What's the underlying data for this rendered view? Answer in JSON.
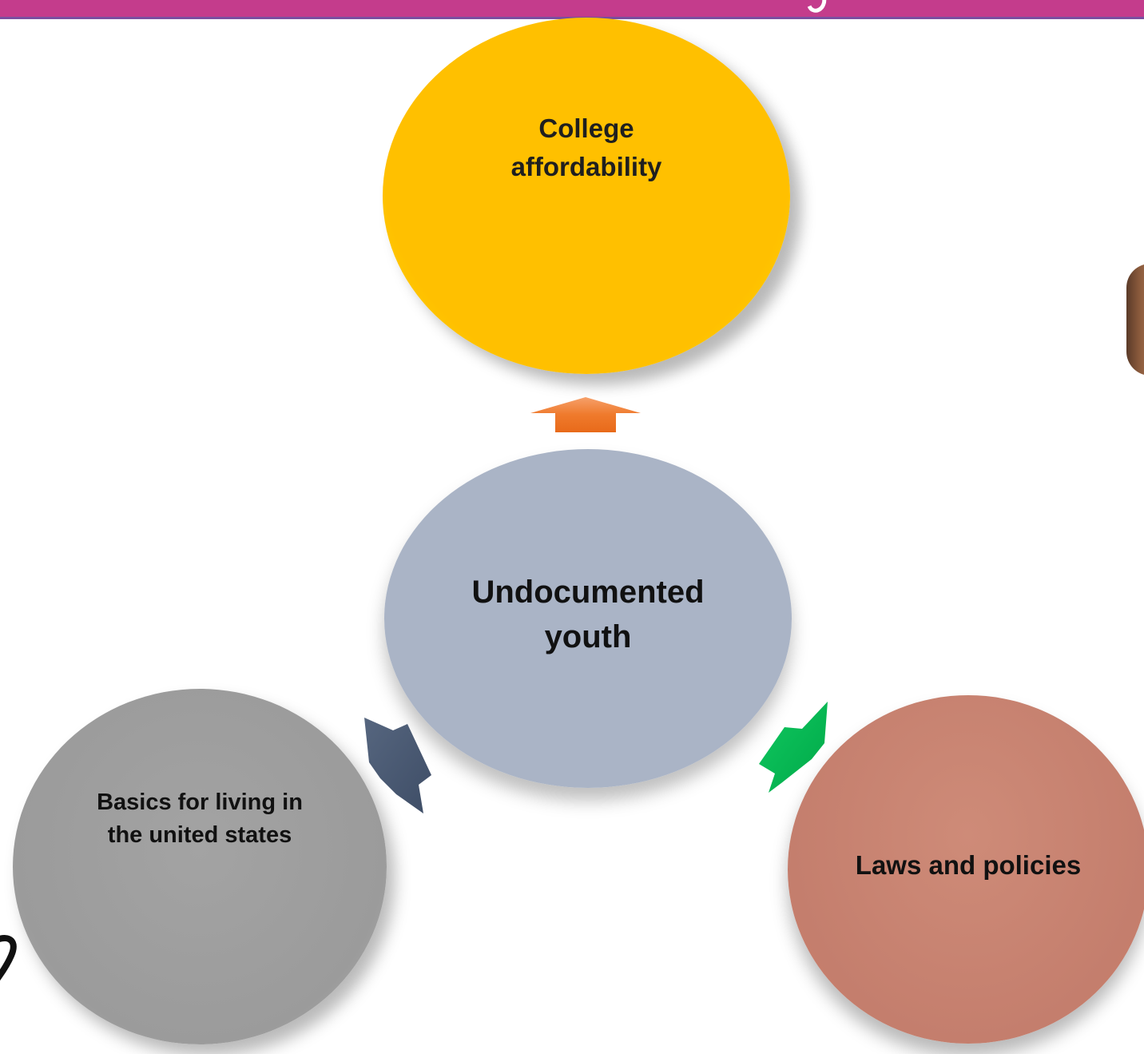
{
  "diagram": {
    "center": {
      "label": "Undocumented youth"
    },
    "nodes": [
      {
        "id": "college",
        "label": "College affordability",
        "color": "#ffc000"
      },
      {
        "id": "basics",
        "label": "Basics for living in the united states",
        "color": "#9b9b9b"
      },
      {
        "id": "laws",
        "label": "Laws and policies",
        "color": "#c47e6d"
      }
    ],
    "arrows": [
      {
        "from": "center",
        "to": "college",
        "color": "#f07a2a"
      },
      {
        "from": "center",
        "to": "basics",
        "color": "#475770"
      },
      {
        "from": "center",
        "to": "laws",
        "color": "#00b050"
      }
    ]
  },
  "header": {
    "bar_color": "#c43c8c"
  }
}
